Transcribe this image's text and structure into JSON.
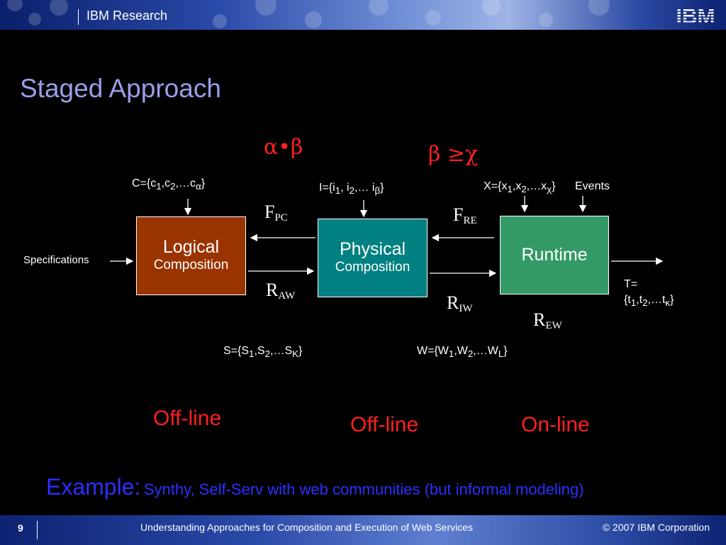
{
  "header": {
    "title": "IBM Research",
    "logo": "IBM"
  },
  "slide_title": "Staged Approach",
  "formulas": {
    "alpha_beta": "α•β",
    "beta_chi": "β ≥χ"
  },
  "sets": {
    "c": {
      "prefix": "C={c",
      "s1": "1",
      "m1": ",c",
      "s2": "2",
      "m2": ",…c",
      "s3": "α",
      "suffix": "}"
    },
    "i": {
      "prefix": "I={i",
      "s1": "1",
      "m1": ", i",
      "s2": "2",
      "m2": ",… i",
      "s3": "β",
      "suffix": "}"
    },
    "x": {
      "prefix": "X={x",
      "s1": "1",
      "m1": ",x",
      "s2": "2",
      "m2": ",…x",
      "s3": "χ",
      "suffix": "}"
    },
    "s": {
      "prefix": "S={S",
      "s1": "1",
      "m1": ",S",
      "s2": "2",
      "m2": ",…S",
      "s3": "K",
      "suffix": "}"
    },
    "w": {
      "prefix": "W={W",
      "s1": "1",
      "m1": ",W",
      "s2": "2",
      "m2": ",…W",
      "s3": "L",
      "suffix": "}"
    },
    "t": {
      "line1": "T=",
      "prefix": "{t",
      "s1": "1",
      "m1": ",t",
      "s2": "2",
      "m2": ",…t",
      "s3": "κ",
      "suffix": "}"
    }
  },
  "events_label": "Events",
  "specifications_label": "Specifications",
  "relations": {
    "fpc": {
      "base": "F",
      "sub": "PC"
    },
    "fre": {
      "base": "F",
      "sub": "RE"
    },
    "raw": {
      "base": "R",
      "sub": "AW"
    },
    "riw": {
      "base": "R",
      "sub": "IW"
    },
    "rew": {
      "base": "R",
      "sub": "EW"
    }
  },
  "boxes": {
    "logical": {
      "line1": "Logical",
      "line2": "Composition",
      "color": "#993300"
    },
    "physical": {
      "line1": "Physical",
      "line2": "Composition",
      "color": "#008080"
    },
    "runtime": {
      "line1": "Runtime",
      "color": "#339966"
    }
  },
  "modes": {
    "logical": "Off-line",
    "physical": "Off-line",
    "runtime": "On-line"
  },
  "example": {
    "label": "Example:",
    "text": "Synthy, Self-Serv with web communities (but informal modeling)"
  },
  "footer": {
    "page": "9",
    "title": "Understanding Approaches for Composition and Execution of Web Services",
    "copyright": "© 2007 IBM Corporation"
  },
  "colors": {
    "background": "#000000",
    "title": "#9a9ee8",
    "accent_red": "#ff2020",
    "example_blue": "#2a30ff"
  }
}
